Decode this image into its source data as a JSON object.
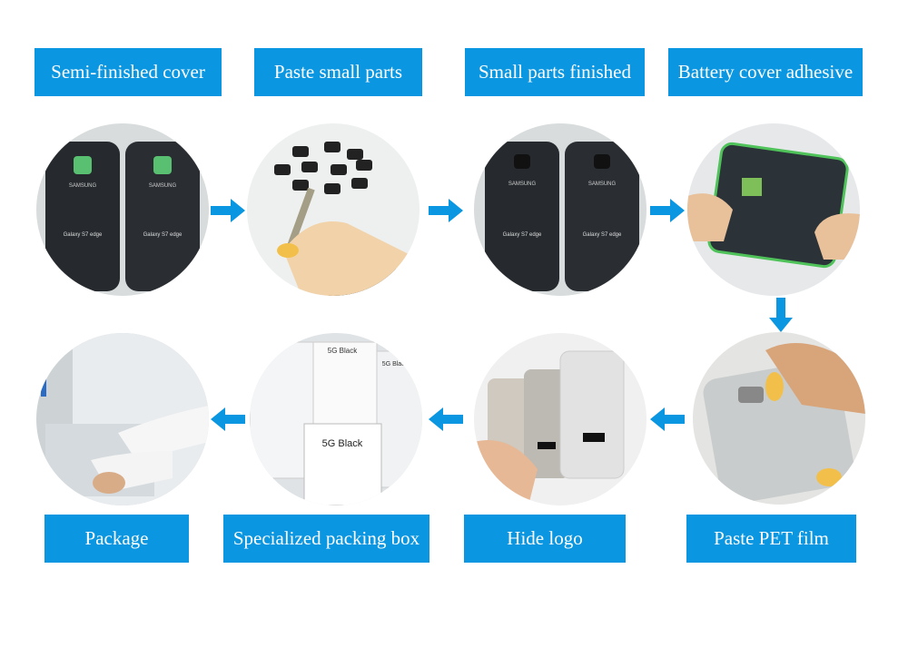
{
  "accent_color": "#0a96e0",
  "steps": [
    {
      "label": "Semi-finished cover",
      "photo_text": [
        "SAMSUNG",
        "Galaxy S7 edge"
      ]
    },
    {
      "label": "Paste small parts"
    },
    {
      "label": "Small parts finished",
      "photo_text": [
        "SAMSUNG",
        "Galaxy S7 edge"
      ]
    },
    {
      "label": "Battery cover adhesive"
    },
    {
      "label": "Paste PET film"
    },
    {
      "label": "Hide logo"
    },
    {
      "label": "Specialized packing box",
      "photo_text": [
        "5G Black"
      ]
    },
    {
      "label": "Package"
    }
  ],
  "arrows": [
    "right",
    "right",
    "right",
    "down",
    "left",
    "left",
    "left"
  ]
}
